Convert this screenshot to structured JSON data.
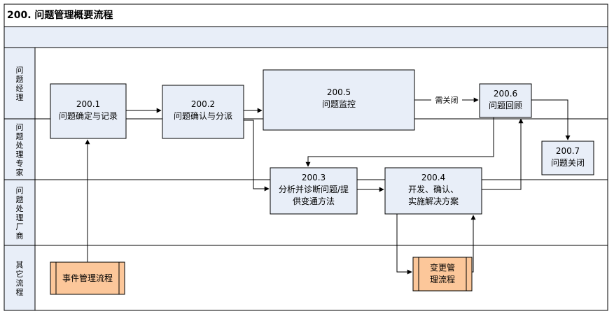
{
  "title": "200. 问题管理概要流程",
  "lanes": [
    {
      "label": "问题经理"
    },
    {
      "label": "问题处理专家"
    },
    {
      "label": "问题处理厂商"
    },
    {
      "label": "其它流程"
    }
  ],
  "processes": [
    {
      "id": "200.1",
      "text": "问题确定与记录"
    },
    {
      "id": "200.2",
      "text": "问题确认与分派"
    },
    {
      "id": "200.5",
      "text": "问题监控"
    },
    {
      "id": "200.6",
      "text": "问题回顾"
    },
    {
      "id": "200.7",
      "text": "问题关闭"
    },
    {
      "id": "200.3",
      "text_lines": [
        "分析并诊断问题/提",
        "供变通方法"
      ]
    },
    {
      "id": "200.4",
      "text_lines": [
        "开发、确认、",
        "实施解决方案"
      ]
    }
  ],
  "external": [
    {
      "text": "事件管理流程"
    },
    {
      "text_lines": [
        "变更管",
        "理流程"
      ]
    }
  ],
  "edge_label": "需关闭"
}
